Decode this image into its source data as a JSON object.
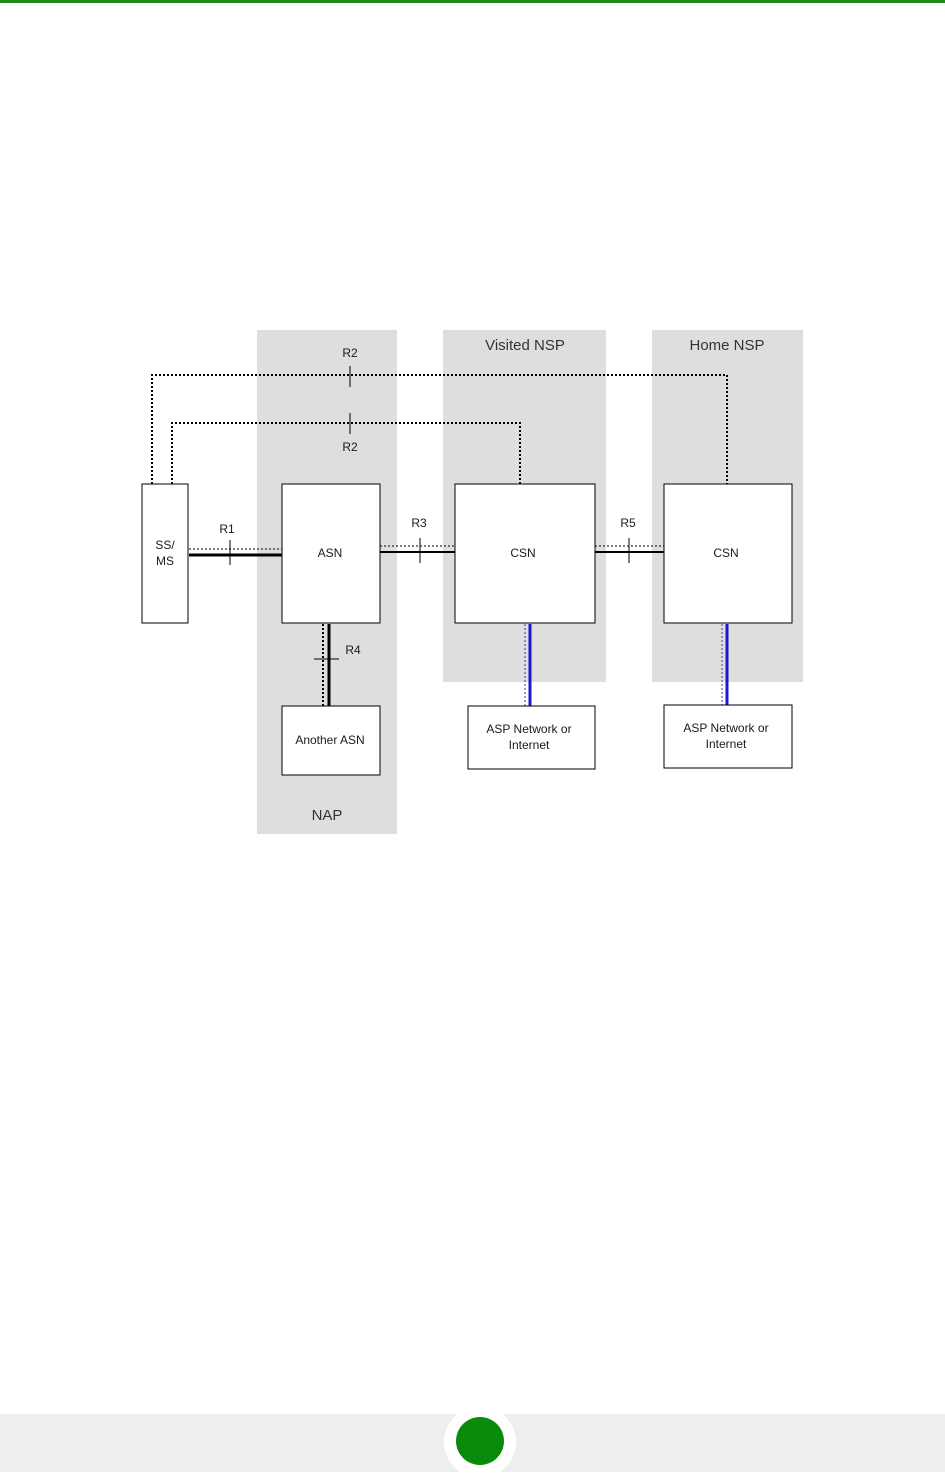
{
  "colors": {
    "top_rule": "#1c8a1c",
    "region_fill": "#dedede",
    "footer_bar": "#eeeeee",
    "footer_dot": "#0a8a0a",
    "link_blue": "#1a1acc"
  },
  "regions": {
    "nap": "NAP",
    "visited_nsp": "Visited NSP",
    "home_nsp": "Home NSP"
  },
  "nodes": {
    "ssms_line1": "SS/",
    "ssms_line2": "MS",
    "asn": "ASN",
    "csn_visited": "CSN",
    "csn_home": "CSN",
    "another_asn": "Another ASN",
    "asp_visited_line1": "ASP Network or",
    "asp_visited_line2": "Internet",
    "asp_home_line1": "ASP Network  or",
    "asp_home_line2": "Internet"
  },
  "reference_points": {
    "r1": "R1",
    "r2_top": "R2",
    "r2_bottom": "R2",
    "r3": "R3",
    "r4": "R4",
    "r5": "R5"
  },
  "footer": {
    "indicator_icon": "green-circle"
  }
}
